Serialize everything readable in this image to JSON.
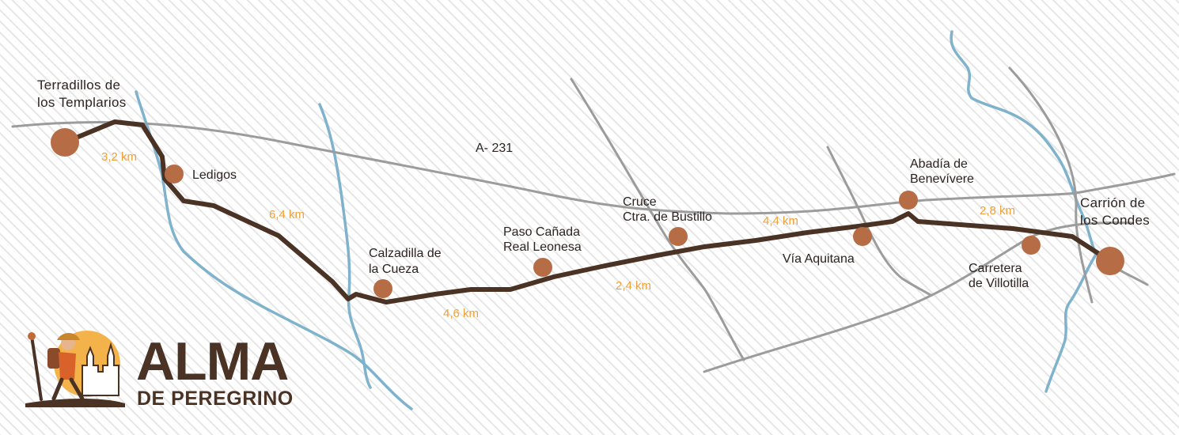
{
  "map": {
    "road_label": "A- 231",
    "places": {
      "terradillos": [
        "Terradillos de",
        "los Templarios"
      ],
      "ledigos": [
        "Ledigos"
      ],
      "calzadilla": [
        "Calzadilla de",
        "la Cueza"
      ],
      "paso_canada": [
        "Paso Cañada",
        "Real Leonesa"
      ],
      "cruce": [
        "Cruce",
        "Ctra. de Bustillo"
      ],
      "via_aquitana": [
        "Vía Aquitana"
      ],
      "abadia": [
        "Abadía de",
        "Benevívere"
      ],
      "carretera": [
        "Carretera",
        "de Villotilla"
      ],
      "carrion": [
        "Carrión de",
        "los Condes"
      ]
    },
    "distances": {
      "terradillos_ledigos": "3,2 km",
      "ledigos_calzadilla": "6,4 km",
      "calzadilla_paso": "4,6 km",
      "paso_cruce": "2,4 km",
      "cruce_abadia": "4,4 km",
      "abadia_carrion": "2,8 km"
    },
    "colors": {
      "route": "#4a3324",
      "stop": "#b66d45",
      "river": "#7fb2cc",
      "road": "#9c9c9c",
      "distance": "#f0a13a",
      "text": "#2b2420"
    }
  },
  "brand": {
    "name": "ALMA",
    "tagline": "DE PEREGRINO"
  }
}
